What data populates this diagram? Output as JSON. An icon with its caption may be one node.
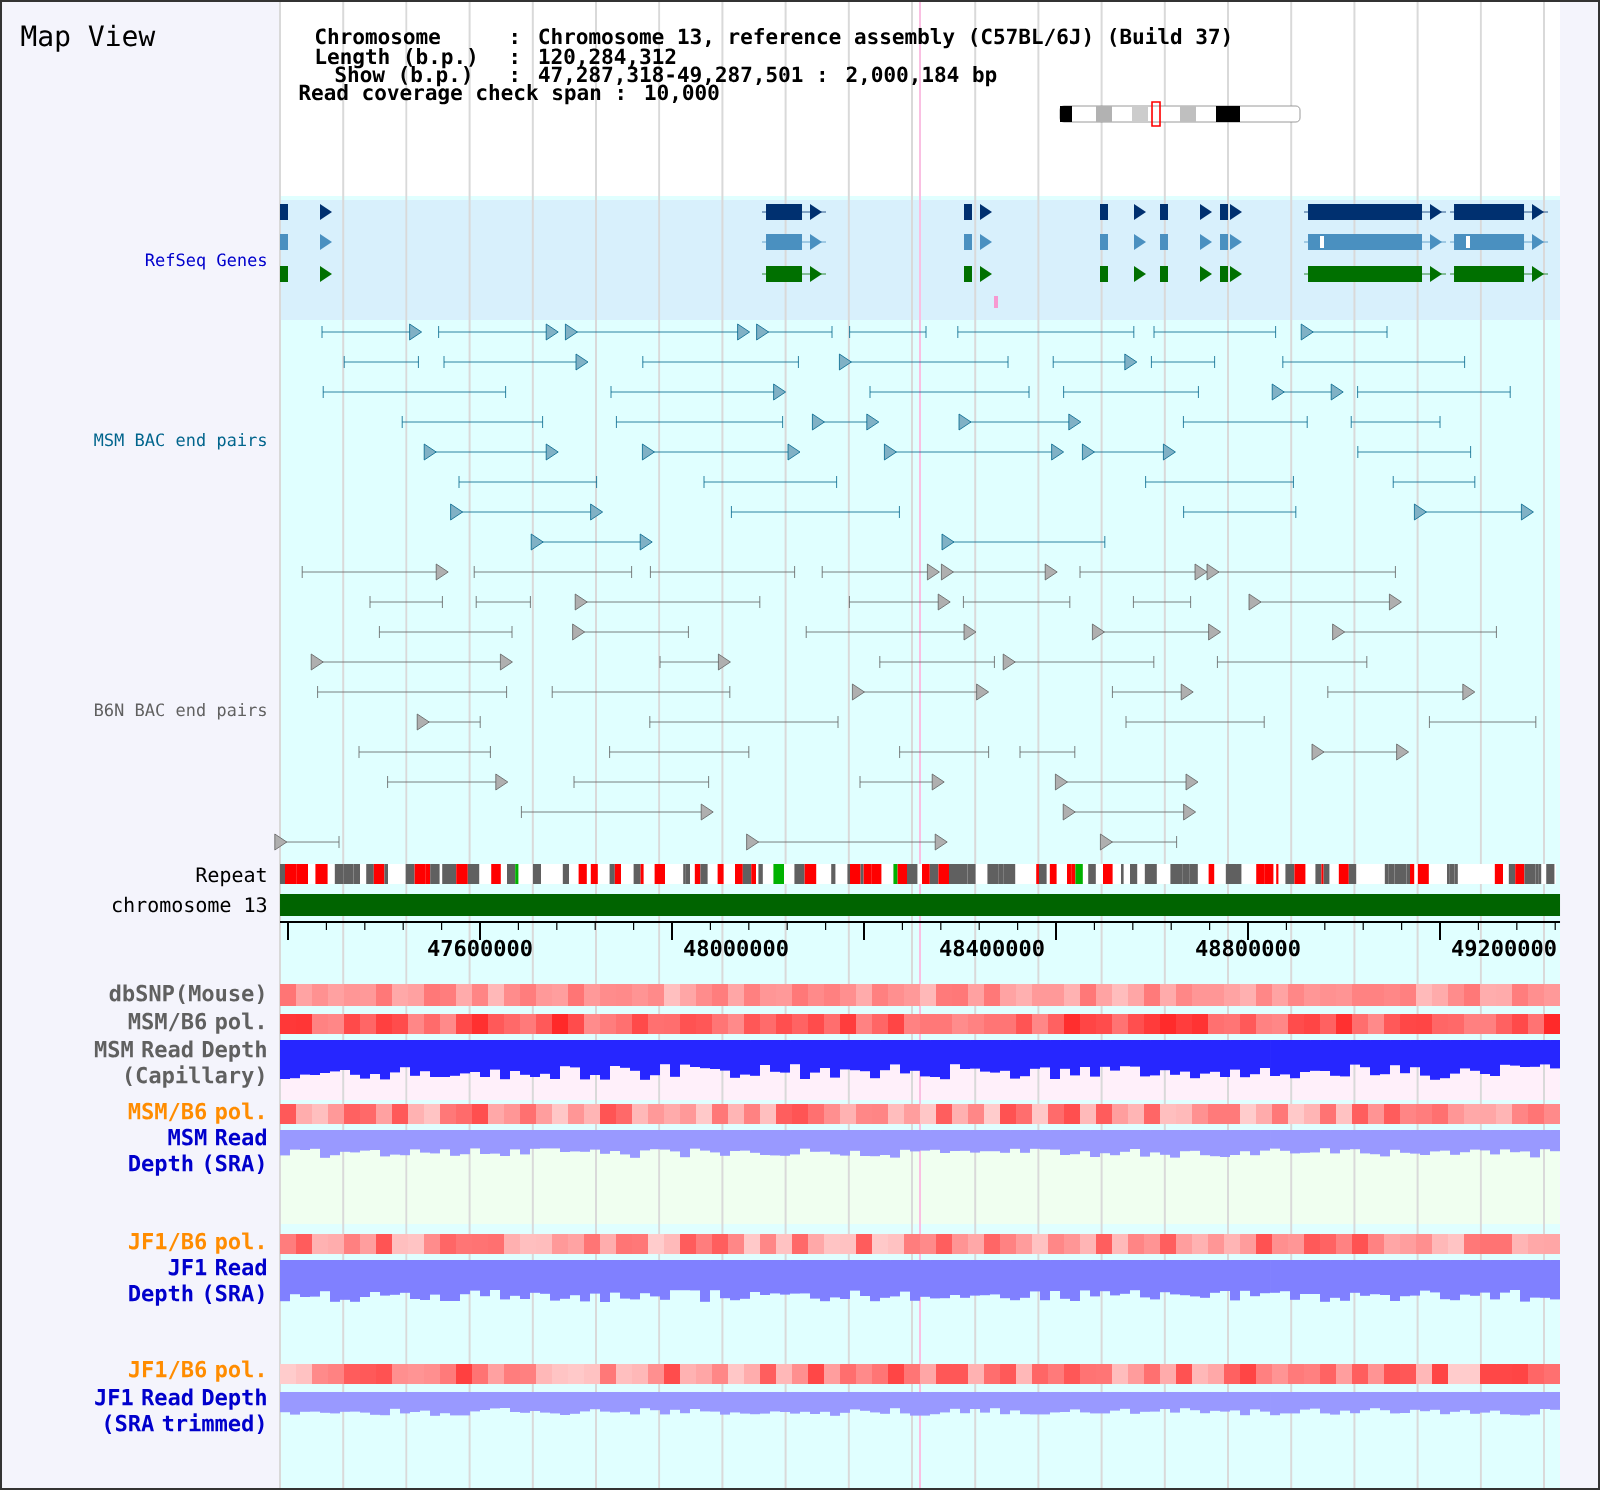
{
  "diagram": {
    "title": "Map View",
    "labels": [
      "Chromosome",
      ": Chromosome 13, reference assembly (C57BL/6J) (Build 37)",
      "Length (b.p.)",
      ": 120,284,312",
      "Show (b.p.)",
      ": 47,287,318-49,287,501 : 2,000,184 bp",
      "Read coverage check span : 10,000",
      "RefSeq Genes",
      "MSM BAC end pairs",
      "B6N BAC end pairs",
      "Repeat",
      "chromosome 13",
      "47600000",
      "48000000",
      "48400000",
      "48800000",
      "49200000",
      "dbSNP(Mouse)",
      "MSM/B6 pol.",
      "MSM Read Depth (Capillary)",
      "MSM/B6 pol.",
      "MSM Read Depth (SRA)",
      "JF1/B6 pol.",
      "JF1 Read Depth (SRA)",
      "JF1/B6 pol.",
      "JF1 Read Depth (SRA trimmed)"
    ]
  }
}
